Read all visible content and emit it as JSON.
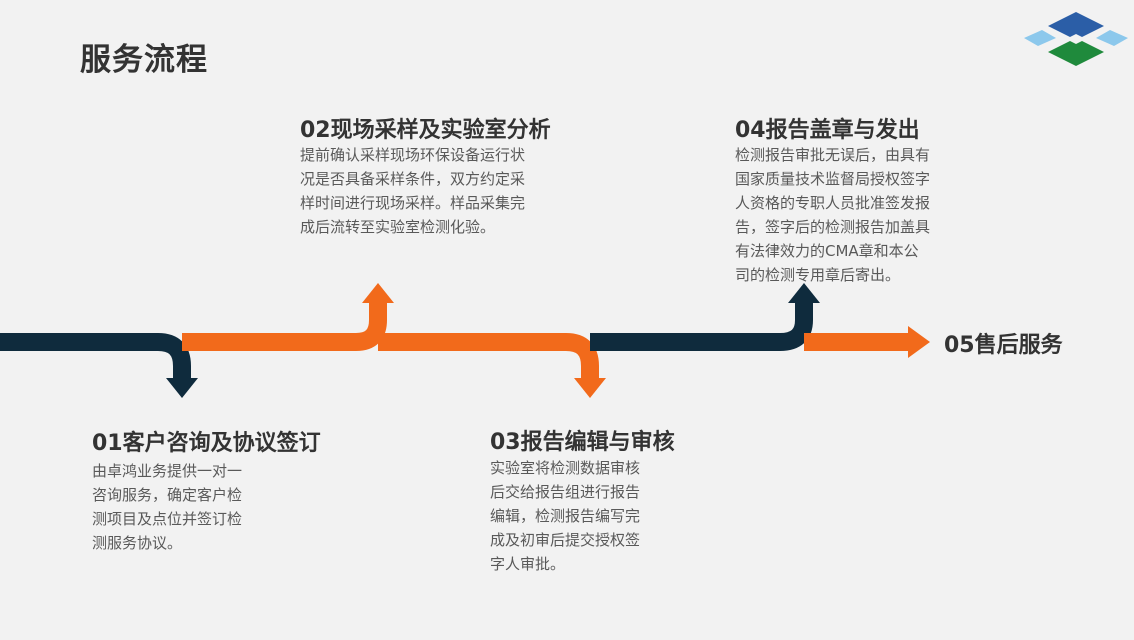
{
  "page": {
    "title": "服务流程"
  },
  "colors": {
    "navy": "#0f2b3d",
    "orange": "#f26a1b",
    "logo_blue": "#2b5ea7",
    "logo_light": "#8cc8ec",
    "logo_green": "#1f8a3c"
  },
  "steps": [
    {
      "title": "01客户咨询及协议签订",
      "desc": [
        "由卓鸿业务提供一对一",
        "咨询服务，确定客户检",
        "测项目及点位并签订检",
        "测服务协议。"
      ]
    },
    {
      "title": "02现场采样及实验室分析",
      "desc": [
        "提前确认采样现场环保设备运行状",
        "况是否具备采样条件，双方约定采",
        "样时间进行现场采样。样品采集完",
        "成后流转至实验室检测化验。"
      ]
    },
    {
      "title": "03报告编辑与审核",
      "desc": [
        "实验室将检测数据审核",
        "后交给报告组进行报告",
        "编辑，检测报告编写完",
        "成及初审后提交授权签",
        "字人审批。"
      ]
    },
    {
      "title": "04报告盖章与发出",
      "desc": [
        "检测报告审批无误后，由具有",
        "国家质量技术监督局授权签字",
        "人资格的专职人员批准签发报",
        "告，签字后的检测报告加盖具",
        "有法律效力的CMA章和本公",
        "司的检测专用章后寄出。"
      ]
    }
  ],
  "final_step": {
    "label": "05售后服务"
  },
  "icons": {
    "logo": "company-logo",
    "arrows": "flow-arrow-icon"
  }
}
